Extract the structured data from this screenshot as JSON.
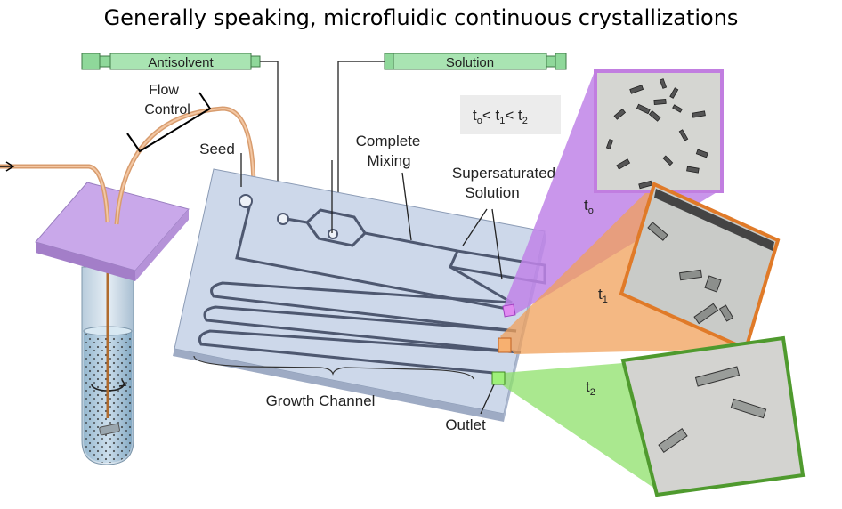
{
  "title": "Generally speaking, microfluidic continuous crystallizations",
  "syringes": {
    "antisolvent": "Antisolvent",
    "solution": "Solution"
  },
  "labels": {
    "flow_control_1": "Flow",
    "flow_control_2": "Control",
    "seed": "Seed",
    "complete_mixing_1": "Complete",
    "complete_mixing_2": "Mixing",
    "supersaturated_1": "Supersaturated",
    "supersaturated_2": "Solution",
    "growth_channel": "Growth Channel",
    "outlet": "Outlet"
  },
  "time_relation": {
    "t0": "t",
    "t0_sub": "o",
    "lt": "< ",
    "t1": "t",
    "t1_sub": "1",
    "t2": "t",
    "t2_sub": "2"
  },
  "micrographs": [
    {
      "time": "t",
      "sub": "o",
      "color": "#c17ee0"
    },
    {
      "time": "t",
      "sub": "1",
      "color": "#e07a28"
    },
    {
      "time": "t",
      "sub": "2",
      "color": "#4f9a2e"
    }
  ]
}
